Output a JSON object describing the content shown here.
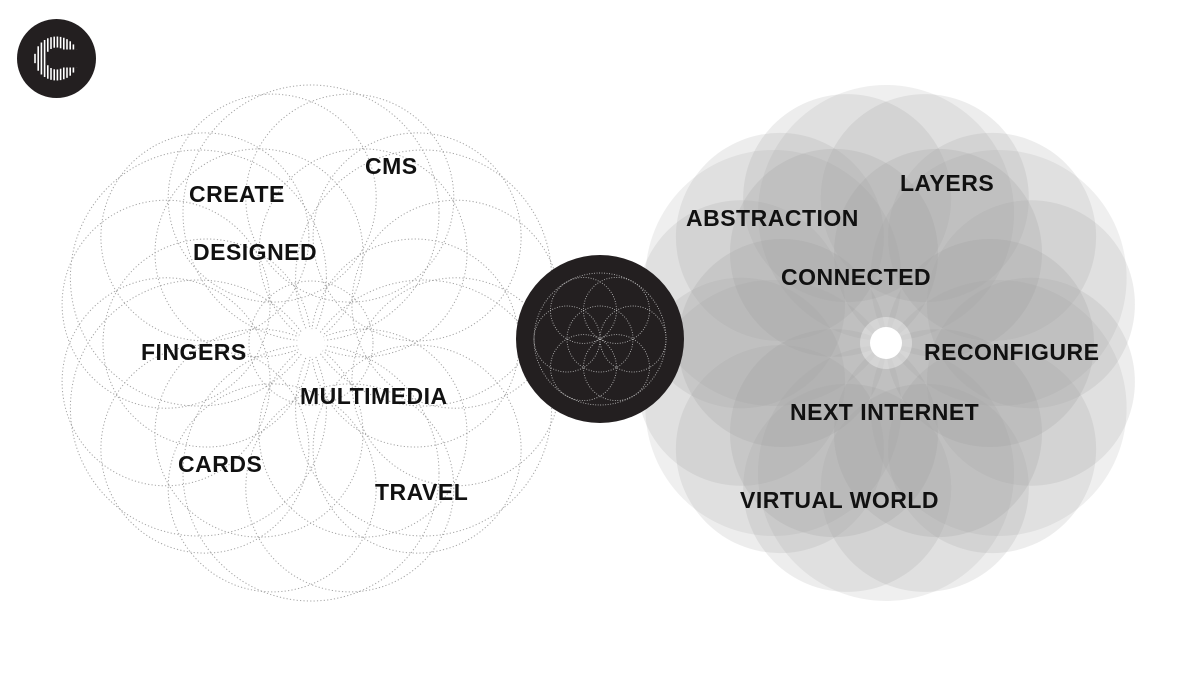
{
  "logo": {
    "icon": "c-stripes-logo-icon",
    "color": "#231f20"
  },
  "left_cluster": {
    "style": "dotted-outline",
    "stroke_color": "#9a9a9a",
    "labels": [
      "CMS",
      "CREATE",
      "DESIGNED",
      "FINGERS",
      "MULTIMEDIA",
      "CARDS",
      "TRAVEL"
    ]
  },
  "center_emblem": {
    "icon": "flower-of-life-icon",
    "fill": "#231f20",
    "pattern_color": "#bdbdbd"
  },
  "right_cluster": {
    "style": "translucent-filled",
    "fill_color": "#9a9d9d",
    "labels": [
      "LAYERS",
      "ABSTRACTION",
      "CONNECTED",
      "RECONFIGURE",
      "NEXT INTERNET",
      "VIRTUAL WORLD"
    ]
  },
  "colors": {
    "text": "#111111",
    "background": "#ffffff"
  }
}
